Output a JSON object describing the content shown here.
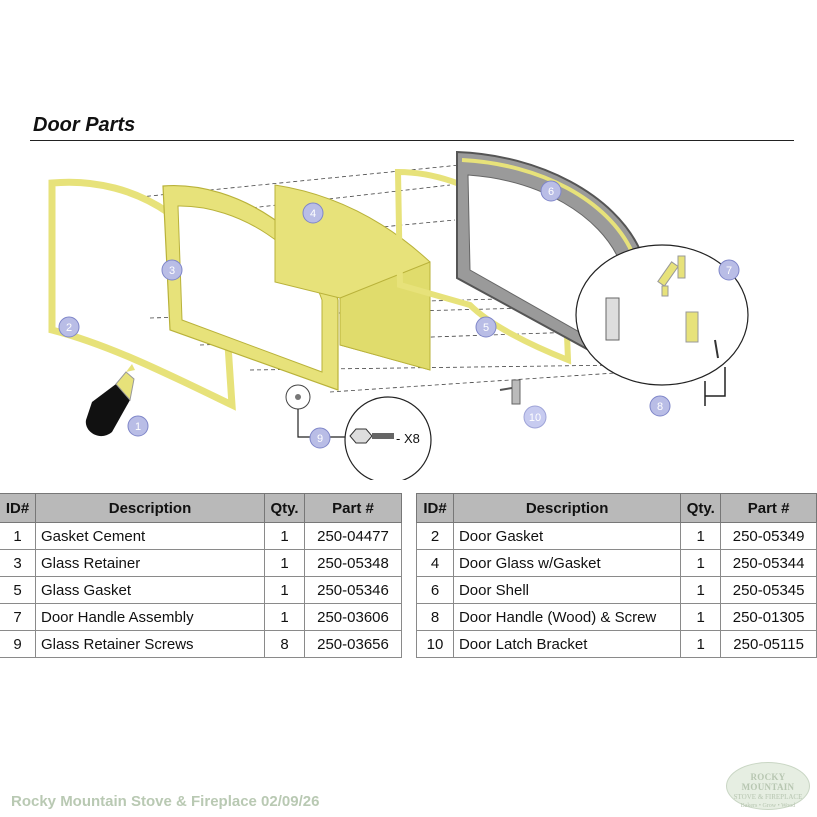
{
  "page": {
    "title": "Door Parts",
    "footer": "Rocky Mountain Stove & Fireplace  02/09/26",
    "logo": {
      "line1": "ROCKY MOUNTAIN",
      "line2": "STOVE & FIREPLACE",
      "line3": "Bakers • Grow • Wood"
    }
  },
  "diagram": {
    "callouts": [
      "1",
      "2",
      "3",
      "4",
      "5",
      "6",
      "7",
      "8",
      "9",
      "10"
    ],
    "screw_qty_label": "- X8",
    "colors": {
      "part_fill": "#e7e27a",
      "part_outline": "#b9b23a",
      "shell": "#6b6b6b",
      "callout": "#b9bde6"
    }
  },
  "table": {
    "headers": [
      "ID#",
      "Description",
      "Qty.",
      "Part #"
    ],
    "left": [
      {
        "id": "1",
        "description": "Gasket Cement",
        "qty": "1",
        "part": "250-04477"
      },
      {
        "id": "3",
        "description": "Glass Retainer",
        "qty": "1",
        "part": "250-05348"
      },
      {
        "id": "5",
        "description": "Glass Gasket",
        "qty": "1",
        "part": "250-05346"
      },
      {
        "id": "7",
        "description": "Door Handle Assembly",
        "qty": "1",
        "part": "250-03606"
      },
      {
        "id": "9",
        "description": "Glass Retainer Screws",
        "qty": "8",
        "part": "250-03656"
      }
    ],
    "right": [
      {
        "id": "2",
        "description": "Door Gasket",
        "qty": "1",
        "part": "250-05349"
      },
      {
        "id": "4",
        "description": "Door Glass w/Gasket",
        "qty": "1",
        "part": "250-05344"
      },
      {
        "id": "6",
        "description": "Door Shell",
        "qty": "1",
        "part": "250-05345"
      },
      {
        "id": "8",
        "description": "Door Handle (Wood) & Screw",
        "qty": "1",
        "part": "250-01305"
      },
      {
        "id": "10",
        "description": "Door Latch Bracket",
        "qty": "1",
        "part": "250-05115"
      }
    ]
  }
}
